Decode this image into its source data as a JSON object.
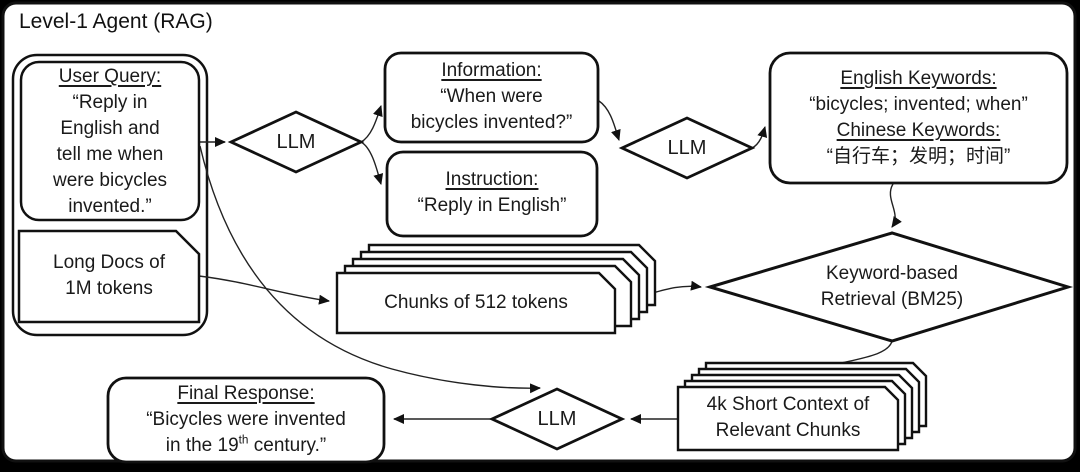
{
  "title": "Level-1 Agent (RAG)",
  "colors": {
    "stroke": "#111111",
    "connector": "#222222",
    "text": "#1a1a1a",
    "panel": "#ffffff",
    "background": "#000000"
  },
  "nodes": {
    "user_query": {
      "heading": "User Query:",
      "lines": [
        "“Reply in",
        "English and",
        "tell me when",
        "were bicycles",
        "invented.”"
      ]
    },
    "long_docs": {
      "lines": [
        "Long Docs of",
        "1M tokens"
      ]
    },
    "llm1": {
      "label": "LLM"
    },
    "information": {
      "heading": "Information:",
      "lines": [
        "“When were",
        "bicycles invented?”"
      ]
    },
    "instruction": {
      "heading": "Instruction:",
      "lines": [
        "“Reply in English”"
      ]
    },
    "llm2": {
      "label": "LLM"
    },
    "keywords": {
      "english_heading": "English Keywords:",
      "english_value": "“bicycles; invented; when”",
      "chinese_heading": "Chinese Keywords:",
      "chinese_value": "“自行车；发明；时间”"
    },
    "chunks": {
      "label": "Chunks of 512 tokens"
    },
    "retrieval": {
      "lines": [
        "Keyword-based",
        "Retrieval (BM25)"
      ]
    },
    "short_context": {
      "lines": [
        "4k Short Context of",
        "Relevant Chunks"
      ]
    },
    "llm3": {
      "label": "LLM"
    },
    "final_response": {
      "heading": "Final Response:",
      "line1": "“Bicycles were invented",
      "line2_pre": "in the 19",
      "line2_sup": "th",
      "line2_post": " century.”"
    }
  }
}
